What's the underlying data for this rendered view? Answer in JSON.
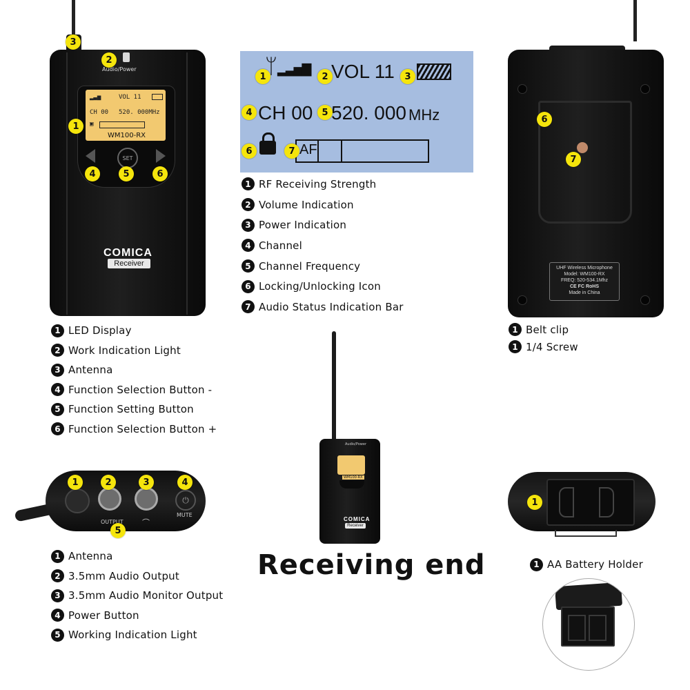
{
  "front": {
    "top_label": "Audio/Power",
    "model": "WM100-RX",
    "brand": "COMICA",
    "sub_brand": "Receiver",
    "set_label": "SET",
    "screen": {
      "vol": "VOL 11",
      "ch": "CH 00",
      "freq": "520. 000MHz"
    },
    "callouts": [
      "1",
      "2",
      "3",
      "4",
      "5",
      "6"
    ]
  },
  "lcd": {
    "vol": "VOL 11",
    "ch": "CH 00",
    "freq_value": "520. 000",
    "freq_unit": "MHz",
    "af": "AF",
    "callouts": [
      "1",
      "2",
      "3",
      "4",
      "5",
      "6",
      "7"
    ]
  },
  "lcd_legend": [
    {
      "num": "1",
      "text": "RF Receiving Strength"
    },
    {
      "num": "2",
      "text": "Volume Indication"
    },
    {
      "num": "3",
      "text": "Power Indication"
    },
    {
      "num": "4",
      "text": "Channel"
    },
    {
      "num": "5",
      "text": "Channel Frequency"
    },
    {
      "num": "6",
      "text": "Locking/Unlocking Icon"
    },
    {
      "num": "7",
      "text": "Audio Status Indication Bar"
    }
  ],
  "front_legend": [
    {
      "num": "1",
      "text": "LED Display"
    },
    {
      "num": "2",
      "text": "Work Indication Light"
    },
    {
      "num": "3",
      "text": "Antenna"
    },
    {
      "num": "4",
      "text": "Function Selection Button -"
    },
    {
      "num": "5",
      "text": "Function Setting Button"
    },
    {
      "num": "6",
      "text": "Function Selection Button +"
    }
  ],
  "back": {
    "label_lines": [
      "UHF Wireless Microphone",
      "Model: WM100-RX",
      "FREQ: 520-534.1Mhz",
      "CE  FC  RoHS",
      "Made in China"
    ],
    "callouts": [
      "6",
      "7"
    ]
  },
  "back_legend": [
    {
      "num": "1",
      "text": "Belt clip"
    },
    {
      "num": "1",
      "text": "1/4 Screw"
    }
  ],
  "top_view": {
    "output_label": "OUTPUT",
    "mute_label": "MUTE",
    "callouts": [
      "1",
      "2",
      "3",
      "4",
      "5"
    ]
  },
  "top_legend": [
    {
      "num": "1",
      "text": "Antenna"
    },
    {
      "num": "2",
      "text": "3.5mm Audio Output"
    },
    {
      "num": "3",
      "text": "3.5mm Audio Monitor Output"
    },
    {
      "num": "4",
      "text": "Power Button"
    },
    {
      "num": "5",
      "text": "Working Indication Light"
    }
  ],
  "center": {
    "title": "Receiving end",
    "small_top_label": "Audio/Power",
    "small_model": "WM100-RX",
    "small_brand": "COMICA",
    "small_sub": "Receiver"
  },
  "battery": {
    "callout": "1",
    "legend": [
      {
        "num": "1",
        "text": "AA Battery Holder"
      }
    ]
  },
  "colors": {
    "callout_yellow": "#f5e50c",
    "lcd_blue": "#a6bde0",
    "screen_amber": "#f2c970",
    "body_black": "#141414"
  }
}
